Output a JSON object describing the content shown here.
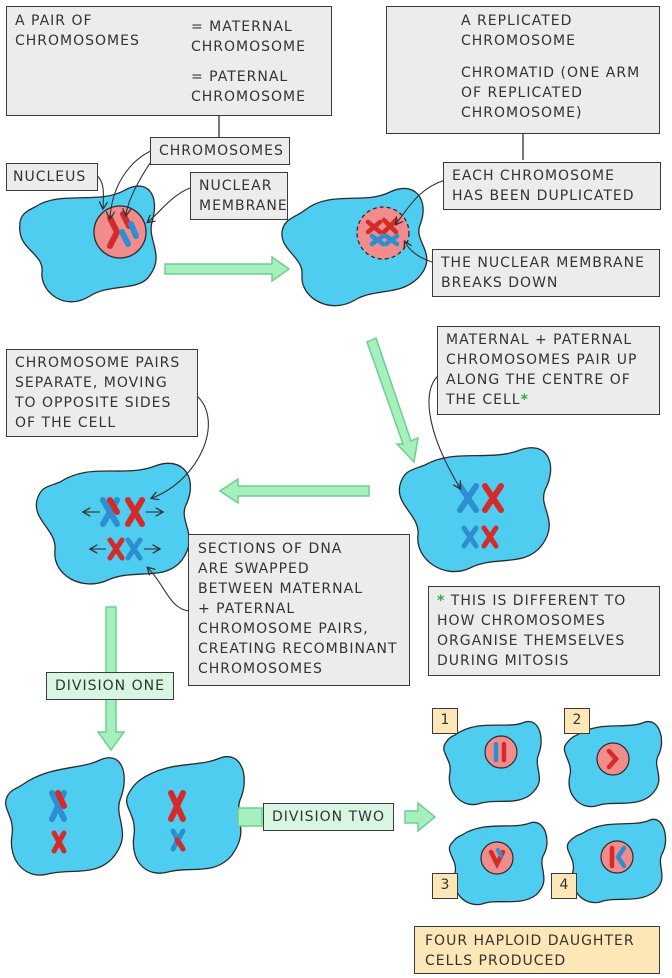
{
  "key_box": {
    "pair_title": [
      "A PAIR OF",
      "CHROMOSOMES"
    ],
    "maternal": [
      "= MATERNAL",
      "CHROMOSOME"
    ],
    "paternal": [
      "= PATERNAL",
      "CHROMOSOME"
    ]
  },
  "replicated_box": {
    "replicated": [
      "A REPLICATED",
      "CHROMOSOME"
    ],
    "chromatid": [
      "CHROMATID (ONE ARM",
      "OF REPLICATED",
      "CHROMOSOME)"
    ]
  },
  "labels": {
    "chromosomes": "CHROMOSOMES",
    "nucleus": "NUCLEUS",
    "nuclear_membrane": [
      "NUCLEAR",
      "MEMBRANE"
    ],
    "each_duplicated": [
      "EACH CHROMOSOME",
      "HAS BEEN DUPLICATED"
    ],
    "membrane_breaks": [
      "THE NUCLEAR MEMBRANE",
      "BREAKS DOWN"
    ],
    "pairs_separate": [
      "CHROMOSOME PAIRS",
      "SEPARATE, MOVING",
      "TO OPPOSITE SIDES",
      "OF THE CELL"
    ],
    "pair_up": [
      "MATERNAL + PATERNAL",
      "CHROMOSOMES PAIR UP",
      "ALONG THE CENTRE OF",
      "THE CELL"
    ],
    "pair_up_mark": "*",
    "dna_swapped": [
      "SECTIONS OF DNA",
      "ARE SWAPPED",
      "BETWEEN MATERNAL",
      "+ PATERNAL",
      "CHROMOSOME PAIRS,",
      "CREATING RECOMBINANT",
      "CHROMOSOMES"
    ],
    "different_mark": "*",
    "different": [
      "THIS IS DIFFERENT TO",
      "HOW CHROMOSOMES",
      "ORGANISE THEMSELVES",
      "DURING MITOSIS"
    ]
  },
  "stages": {
    "division_one": "DIVISION ONE",
    "division_two": "DIVISION TWO"
  },
  "daughter_cells": [
    "1",
    "2",
    "3",
    "4"
  ],
  "result": [
    "FOUR HAPLOID DAUGHTER",
    "CELLS PRODUCED"
  ],
  "colors": {
    "maternal": "#d42a2a",
    "paternal": "#2d8fd0",
    "cell": "#4fcdf1",
    "nucleus": "#f08c8c",
    "arrow_fill": "#a6efbe",
    "arrow_stroke": "#6fcf8e",
    "box_fill": "#ececec",
    "result_fill": "#fde7b6"
  }
}
